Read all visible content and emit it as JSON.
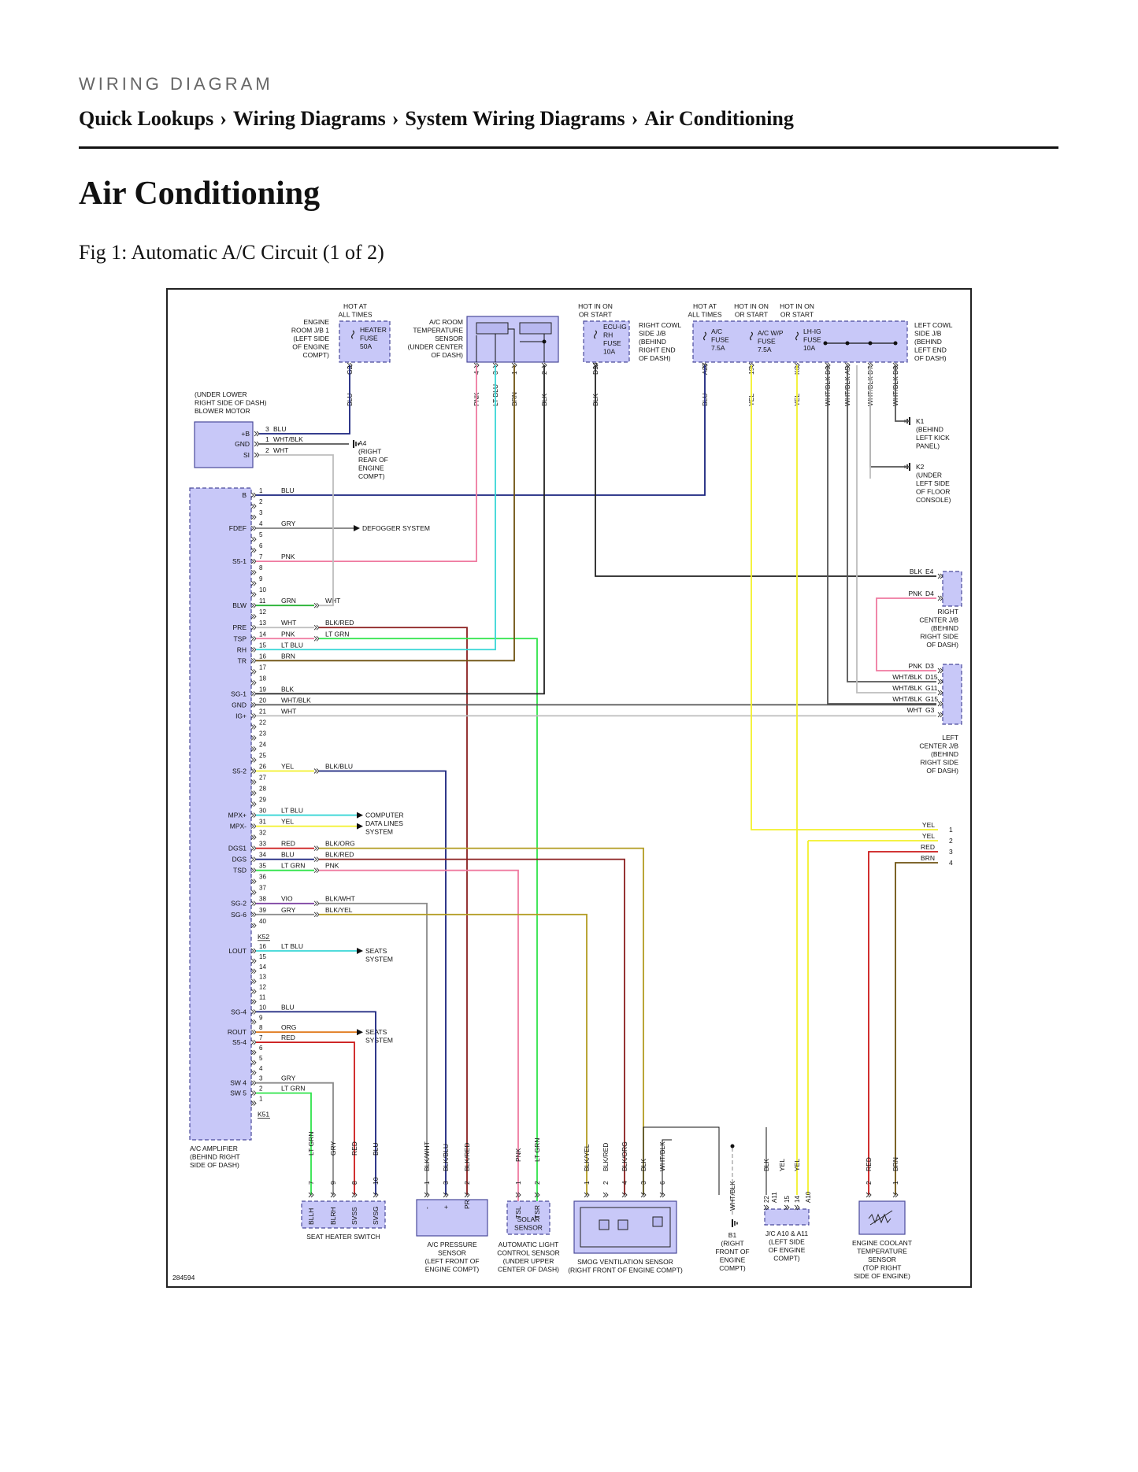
{
  "header": {
    "kicker": "WIRING DIAGRAM",
    "breadcrumb": [
      "Quick Lookups",
      "Wiring Diagrams",
      "System Wiring Diagrams",
      "Air Conditioning"
    ],
    "separator": "›"
  },
  "page_title": "Air Conditioning",
  "figure_caption": "Fig 1: Automatic A/C Circuit (1 of 2)",
  "diagram": {
    "figure_number": "284594",
    "components": {
      "engine_jb": [
        "ENGINE",
        "ROOM J/B 1",
        "(LEFT SIDE",
        "OF ENGINE",
        "COMPT)"
      ],
      "heater_fuse": [
        "HEATER",
        "FUSE",
        "50A"
      ],
      "hot_at_all_times": [
        "HOT AT",
        "ALL TIMES"
      ],
      "room_sensor": [
        "A/C ROOM",
        "TEMPERATURE",
        "SENSOR",
        "(UNDER CENTER",
        "OF DASH)"
      ],
      "hot_in_on_start": [
        "HOT IN ON",
        "OR START"
      ],
      "ecu_fuse": [
        "ECU-IG",
        "RH",
        "FUSE",
        "10A"
      ],
      "right_cowl": [
        "RIGHT COWL",
        "SIDE J/B",
        "(BEHIND",
        "RIGHT END",
        "OF DASH)"
      ],
      "ac_fuse": [
        "A/C",
        "FUSE",
        "7.5A"
      ],
      "acwp_fuse": [
        "A/C W/P",
        "FUSE",
        "7.5A"
      ],
      "lhig_fuse": [
        "LH-IG",
        "FUSE",
        "10A"
      ],
      "left_cowl": [
        "LEFT COWL",
        "SIDE J/B",
        "(BEHIND",
        "LEFT END",
        "OF DASH)"
      ],
      "blower_loc": [
        "(UNDER LOWER",
        "RIGHT SIDE OF DASH)",
        "BLOWER MOTOR"
      ],
      "blower_pins": [
        "+B",
        "GND",
        "SI"
      ],
      "ground_a4": [
        "A4",
        "(RIGHT",
        "REAR OF",
        "ENGINE",
        "COMPT)"
      ],
      "ground_k1": [
        "K1",
        "(BEHIND",
        "LEFT KICK",
        "PANEL)"
      ],
      "ground_k2": [
        "K2",
        "(UNDER",
        "LEFT SIDE",
        "OF FLOOR",
        "CONSOLE)"
      ],
      "right_center_jb": [
        "RIGHT",
        "CENTER J/B",
        "(BEHIND",
        "RIGHT SIDE",
        "OF DASH)"
      ],
      "left_center_jb": [
        "LEFT",
        "CENTER J/B",
        "(BEHIND",
        "RIGHT SIDE",
        "OF DASH)"
      ],
      "defogger": "DEFOGGER SYSTEM",
      "computer_data": [
        "COMPUTER",
        "DATA LINES",
        "SYSTEM"
      ],
      "seats_system": [
        "SEATS",
        "SYSTEM"
      ],
      "amplifier": [
        "A/C AMPLIFIER",
        "(BEHIND RIGHT",
        "SIDE OF DASH)"
      ],
      "connector_k52": "K52",
      "connector_k51": "K51",
      "seat_heater": "SEAT HEATER SWITCH",
      "pressure_sensor": [
        "A/C PRESSURE",
        "SENSOR",
        "(LEFT FRONT OF",
        "ENGINE COMPT)"
      ],
      "light_sensor": [
        "AUTOMATIC LIGHT",
        "CONTROL SENSOR",
        "(UNDER UPPER",
        "CENTER OF DASH)"
      ],
      "solar_sensor": [
        "SOLAR",
        "SENSOR"
      ],
      "smog_sensor": [
        "SMOG VENTILATION SENSOR",
        "(RIGHT FRONT OF ENGINE COMPT)"
      ],
      "ground_b1": [
        "B1",
        "(RIGHT",
        "FRONT OF",
        "ENGINE",
        "COMPT)"
      ],
      "jc_a10": [
        "J/C A10 & A11",
        "(LEFT SIDE",
        "OF ENGINE",
        "COMPT)"
      ],
      "coolant_sensor": [
        "ENGINE COOLANT",
        "TEMPERATURE",
        "SENSOR",
        "(TOP RIGHT",
        "SIDE OF ENGINE)"
      ]
    },
    "top_pins": [
      "G2",
      "4",
      "3",
      "1",
      "2",
      "D14",
      "A27",
      "19",
      "K6",
      "D9",
      "A5",
      "D7",
      "D8"
    ],
    "top_wires": [
      "BLU",
      "PNK",
      "LT BLU",
      "BRN",
      "BLK",
      "BLK",
      "BLU",
      "YEL",
      "YEL",
      "WHT/BLK",
      "WHT/BLK",
      "WHT/BLK",
      "WHT/BLK"
    ],
    "blower_rows": [
      {
        "pin": "3",
        "wire": "BLU"
      },
      {
        "pin": "1",
        "wire": "WHT/BLK"
      },
      {
        "pin": "2",
        "wire": "WHT"
      }
    ],
    "k52_rows": [
      {
        "pin": "1",
        "label": "B",
        "wire": "BLU",
        "wire2": ""
      },
      {
        "pin": "2",
        "label": "",
        "wire": "",
        "wire2": ""
      },
      {
        "pin": "3",
        "label": "",
        "wire": "",
        "wire2": ""
      },
      {
        "pin": "4",
        "label": "FDEF",
        "wire": "GRY",
        "wire2": ""
      },
      {
        "pin": "5",
        "label": "",
        "wire": "",
        "wire2": ""
      },
      {
        "pin": "6",
        "label": "",
        "wire": "",
        "wire2": ""
      },
      {
        "pin": "7",
        "label": "S5-1",
        "wire": "PNK",
        "wire2": ""
      },
      {
        "pin": "8",
        "label": "",
        "wire": "",
        "wire2": ""
      },
      {
        "pin": "9",
        "label": "",
        "wire": "",
        "wire2": ""
      },
      {
        "pin": "10",
        "label": "",
        "wire": "",
        "wire2": ""
      },
      {
        "pin": "11",
        "label": "BLW",
        "wire": "GRN",
        "wire2": "WHT"
      },
      {
        "pin": "12",
        "label": "",
        "wire": "",
        "wire2": ""
      },
      {
        "pin": "13",
        "label": "PRE",
        "wire": "WHT",
        "wire2": "BLK/RED"
      },
      {
        "pin": "14",
        "label": "TSP",
        "wire": "PNK",
        "wire2": "LT GRN"
      },
      {
        "pin": "15",
        "label": "RH",
        "wire": "LT BLU",
        "wire2": ""
      },
      {
        "pin": "16",
        "label": "TR",
        "wire": "BRN",
        "wire2": ""
      },
      {
        "pin": "17",
        "label": "",
        "wire": "",
        "wire2": ""
      },
      {
        "pin": "18",
        "label": "",
        "wire": "",
        "wire2": ""
      },
      {
        "pin": "19",
        "label": "SG-1",
        "wire": "BLK",
        "wire2": ""
      },
      {
        "pin": "20",
        "label": "GND",
        "wire": "WHT/BLK",
        "wire2": ""
      },
      {
        "pin": "21",
        "label": "IG+",
        "wire": "WHT",
        "wire2": ""
      },
      {
        "pin": "22",
        "label": "",
        "wire": "",
        "wire2": ""
      },
      {
        "pin": "23",
        "label": "",
        "wire": "",
        "wire2": ""
      },
      {
        "pin": "24",
        "label": "",
        "wire": "",
        "wire2": ""
      },
      {
        "pin": "25",
        "label": "",
        "wire": "",
        "wire2": ""
      },
      {
        "pin": "26",
        "label": "S5-2",
        "wire": "YEL",
        "wire2": "BLK/BLU"
      },
      {
        "pin": "27",
        "label": "",
        "wire": "",
        "wire2": ""
      },
      {
        "pin": "28",
        "label": "",
        "wire": "",
        "wire2": ""
      },
      {
        "pin": "29",
        "label": "",
        "wire": "",
        "wire2": ""
      },
      {
        "pin": "30",
        "label": "MPX+",
        "wire": "LT BLU",
        "wire2": ""
      },
      {
        "pin": "31",
        "label": "MPX-",
        "wire": "YEL",
        "wire2": ""
      },
      {
        "pin": "32",
        "label": "",
        "wire": "",
        "wire2": ""
      },
      {
        "pin": "33",
        "label": "DGS1",
        "wire": "RED",
        "wire2": "BLK/ORG"
      },
      {
        "pin": "34",
        "label": "DGS",
        "wire": "BLU",
        "wire2": "BLK/RED"
      },
      {
        "pin": "35",
        "label": "TSD",
        "wire": "LT GRN",
        "wire2": "PNK"
      },
      {
        "pin": "36",
        "label": "",
        "wire": "",
        "wire2": ""
      },
      {
        "pin": "37",
        "label": "",
        "wire": "",
        "wire2": ""
      },
      {
        "pin": "38",
        "label": "SG-2",
        "wire": "VIO",
        "wire2": "BLK/WHT"
      },
      {
        "pin": "39",
        "label": "SG-6",
        "wire": "GRY",
        "wire2": "BLK/YEL"
      },
      {
        "pin": "40",
        "label": "",
        "wire": "",
        "wire2": ""
      }
    ],
    "k51_rows": [
      {
        "pin": "16",
        "label": "LOUT",
        "wire": "LT BLU"
      },
      {
        "pin": "15",
        "label": "",
        "wire": ""
      },
      {
        "pin": "14",
        "label": "",
        "wire": ""
      },
      {
        "pin": "13",
        "label": "",
        "wire": ""
      },
      {
        "pin": "12",
        "label": "",
        "wire": ""
      },
      {
        "pin": "11",
        "label": "",
        "wire": ""
      },
      {
        "pin": "10",
        "label": "SG-4",
        "wire": "BLU"
      },
      {
        "pin": "9",
        "label": "",
        "wire": ""
      },
      {
        "pin": "8",
        "label": "ROUT",
        "wire": "ORG"
      },
      {
        "pin": "7",
        "label": "S5-4",
        "wire": "RED"
      },
      {
        "pin": "6",
        "label": "",
        "wire": ""
      },
      {
        "pin": "5",
        "label": "",
        "wire": ""
      },
      {
        "pin": "4",
        "label": "",
        "wire": ""
      },
      {
        "pin": "3",
        "label": "SW 4",
        "wire": "GRY"
      },
      {
        "pin": "2",
        "label": "SW 5",
        "wire": "LT GRN"
      },
      {
        "pin": "1",
        "label": "",
        "wire": ""
      }
    ],
    "right_rows": [
      {
        "wire": "BLK",
        "pin": "E4"
      },
      {
        "wire": "PNK",
        "pin": "D4"
      },
      {
        "wire": "PNK",
        "pin": "D3"
      },
      {
        "wire": "WHT/BLK",
        "pin": "D15"
      },
      {
        "wire": "WHT/BLK",
        "pin": "G11"
      },
      {
        "wire": "WHT/BLK",
        "pin": "G15"
      },
      {
        "wire": "WHT",
        "pin": "G3"
      }
    ],
    "coolant_rows": [
      {
        "wire": "YEL",
        "pin": "1"
      },
      {
        "wire": "YEL",
        "pin": "2"
      },
      {
        "wire": "RED",
        "pin": "3"
      },
      {
        "wire": "BRN",
        "pin": "4"
      }
    ],
    "bottom_groups": {
      "seat": {
        "pins": [
          "7",
          "9",
          "8",
          "10"
        ],
        "wires": [
          "LT GRN",
          "GRY",
          "RED",
          "BLU"
        ],
        "labels": [
          "BLLH",
          "BLRH",
          "SVSS",
          "SVSG"
        ]
      },
      "pressure": {
        "pins": [
          "1",
          "3",
          "2"
        ],
        "wires": [
          "BLK/WHT",
          "BLK/BLU",
          "BLK/RED"
        ],
        "labels": [
          "-",
          "+",
          "PR"
        ]
      },
      "light": {
        "pins": [
          "1",
          "2"
        ],
        "wires": [
          "PNK",
          "LT GRN"
        ],
        "labels": [
          "TSL",
          "TSR"
        ]
      },
      "smog": {
        "pins": [
          "1",
          "2",
          "4",
          "3",
          "6"
        ],
        "wires": [
          "BLK/YEL",
          "BLK/RED",
          "BLK/ORG",
          "BLK",
          "WHT/BLK"
        ]
      },
      "b1": {
        "wire": "WHT/BLK"
      },
      "jc": {
        "pins": [
          "22",
          "A11",
          "15",
          "14",
          "A10"
        ],
        "wires": [
          "BLK",
          "YEL",
          "YEL"
        ]
      },
      "coolant": {
        "pins": [
          "2",
          "1"
        ],
        "wires": [
          "RED",
          "BRN"
        ]
      }
    },
    "colors": {
      "blue": "#1a237e",
      "pink": "#ef7aa0",
      "lt_blue": "#38d6d6",
      "brown": "#6e5210",
      "black": "#222222",
      "yellow": "#f3f02a",
      "white_blk": "#555555",
      "white": "#bdbdbd",
      "gray": "#8a8a8a",
      "green": "#29b335",
      "lt_green": "#2fe44a",
      "red": "#cc1a1a",
      "dark_red": "#8b1f1f",
      "violet": "#7b3fa0",
      "olive": "#b29c22",
      "orange": "#e07a1c",
      "component_fill": "#c8c8f8",
      "component_stroke": "#4a4a9a"
    }
  }
}
